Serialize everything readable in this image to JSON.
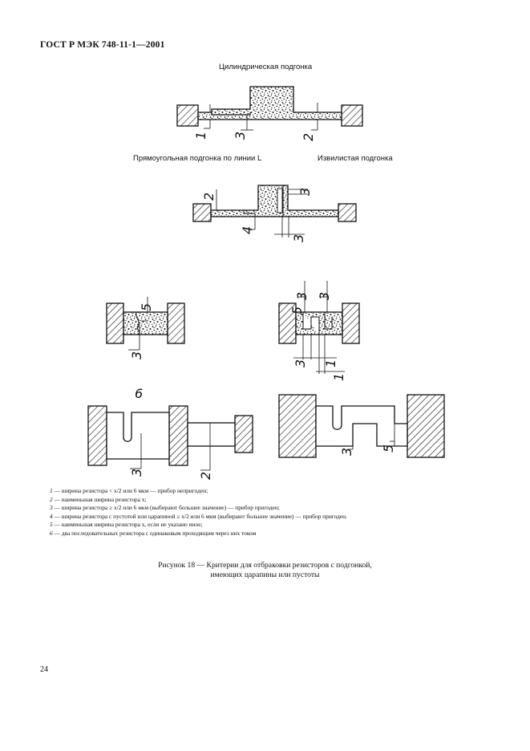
{
  "header": {
    "title": "ГОСТ Р МЭК 748-11-1—2001"
  },
  "captions": {
    "cylindrical": "Цилиндрическая подгонка",
    "rectangular": "Прямоугольная подгонка по линии L",
    "serpentine": "Извилистая подгонка"
  },
  "diagram_labels": {
    "n1": "1",
    "n2": "2",
    "n3": "3",
    "n4": "4",
    "n5": "5",
    "n6": "6"
  },
  "legend": [
    {
      "num": "1",
      "text": " — ширина резистора < x/2 или 6 мкм — прибор непригоден;"
    },
    {
      "num": "2",
      "text": " — наименьшая ширина резистора x;"
    },
    {
      "num": "3",
      "text": " — ширина резистора ≥ x/2 или 6 мкм (выбирают большее значение) — прибор пригоден;"
    },
    {
      "num": "4",
      "text": " — ширина резистора с пустотой или царапиной ≥ x/2 или 6 мкм (выбирают большее значение) — прибор пригоден."
    },
    {
      "num": "5",
      "text": " — наименьшая ширина резистора x, если не указано иное;"
    },
    {
      "num": "6",
      "text": " — два последовательных резистора с одинаковым проходящим через них током"
    }
  ],
  "figure_caption": {
    "line1": "Рисунок 18 — Критерии для отбраковки резисторов с подгонкой,",
    "line2": "имеющих царапины или пустоты"
  },
  "page_number": "24"
}
